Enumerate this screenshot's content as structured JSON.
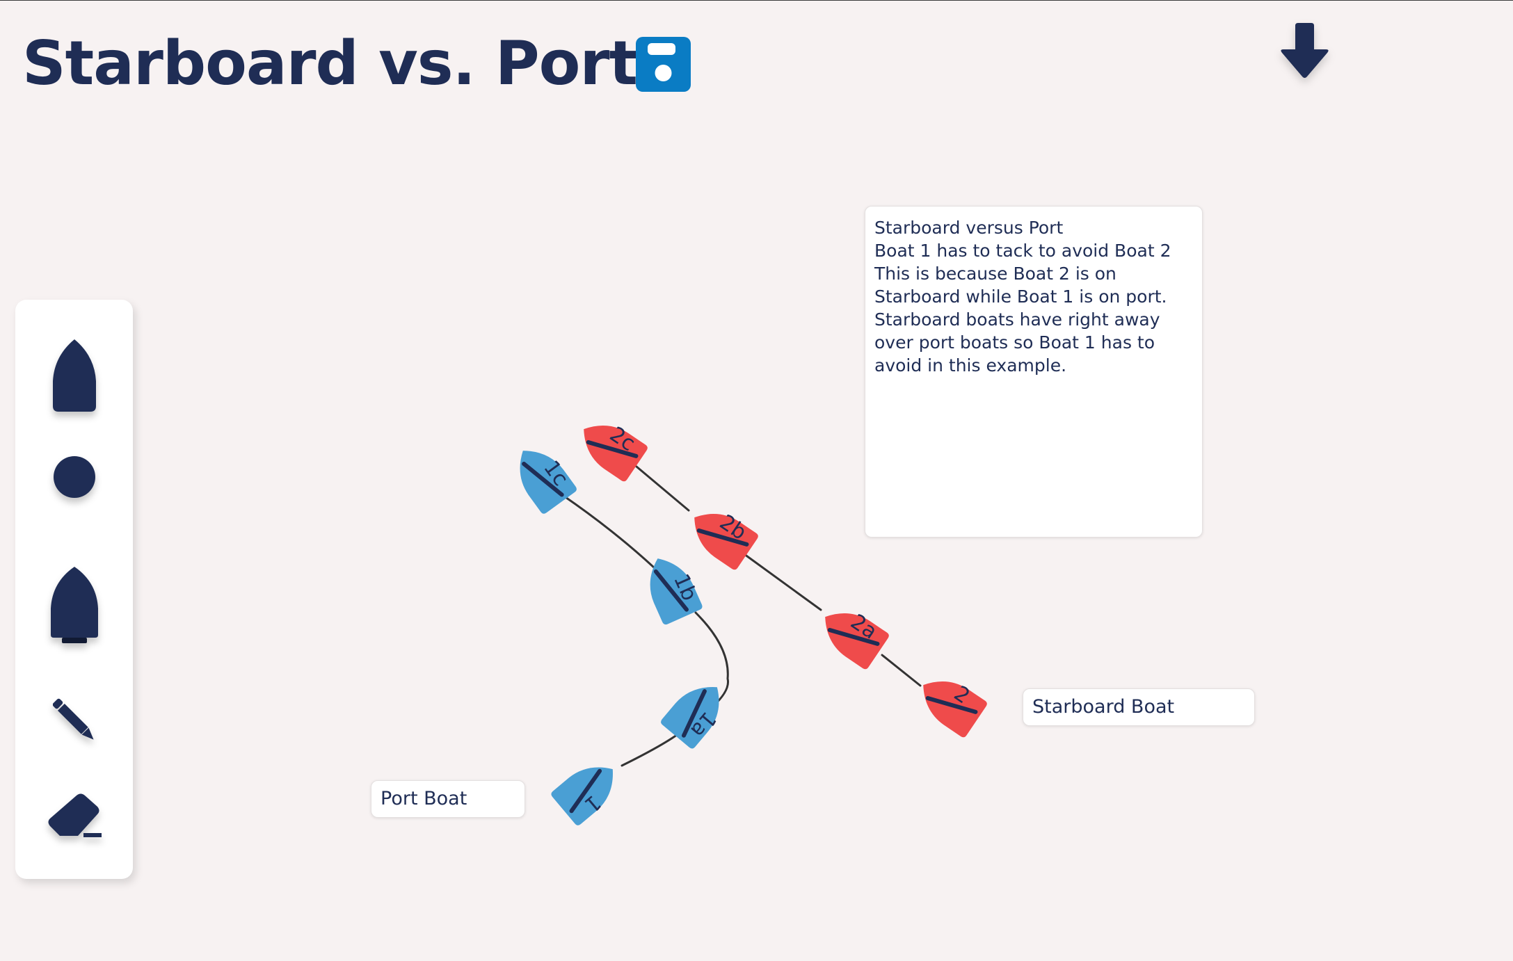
{
  "header": {
    "title": "Starboard vs. Port!"
  },
  "toolbar": {
    "tools": [
      {
        "id": "add-boat",
        "icon": "boat-icon"
      },
      {
        "id": "add-mark",
        "icon": "mark-icon"
      },
      {
        "id": "add-committee-boat",
        "icon": "committee-boat-icon"
      },
      {
        "id": "draw",
        "icon": "pencil-icon"
      },
      {
        "id": "erase",
        "icon": "eraser-icon"
      }
    ]
  },
  "actions": {
    "save_icon": "save-icon",
    "download_icon": "arrow-down-icon"
  },
  "colors": {
    "navy": "#1f2d55",
    "port_boat": "#4a9fd4",
    "starboard_boat": "#ef4b4b",
    "save_blue": "#0a7cc4",
    "background": "#f7f2f2"
  },
  "note": {
    "text": "Starboard versus Port\nBoat 1 has to tack to avoid Boat 2\nThis is because Boat 2 is on Starboard while Boat 1 is on port. Starboard boats have right away over port boats so Boat 1 has to avoid in this example."
  },
  "labels": {
    "starboard_boat": "Starboard Boat",
    "port_boat": "Port Boat"
  },
  "boats": [
    {
      "id": "1",
      "label": "1",
      "fleet": "port"
    },
    {
      "id": "1a",
      "label": "1a",
      "fleet": "port"
    },
    {
      "id": "1b",
      "label": "1b",
      "fleet": "port"
    },
    {
      "id": "1c",
      "label": "1c",
      "fleet": "port"
    },
    {
      "id": "2",
      "label": "2",
      "fleet": "starboard"
    },
    {
      "id": "2a",
      "label": "2a",
      "fleet": "starboard"
    },
    {
      "id": "2b",
      "label": "2b",
      "fleet": "starboard"
    },
    {
      "id": "2c",
      "label": "2c",
      "fleet": "starboard"
    }
  ]
}
